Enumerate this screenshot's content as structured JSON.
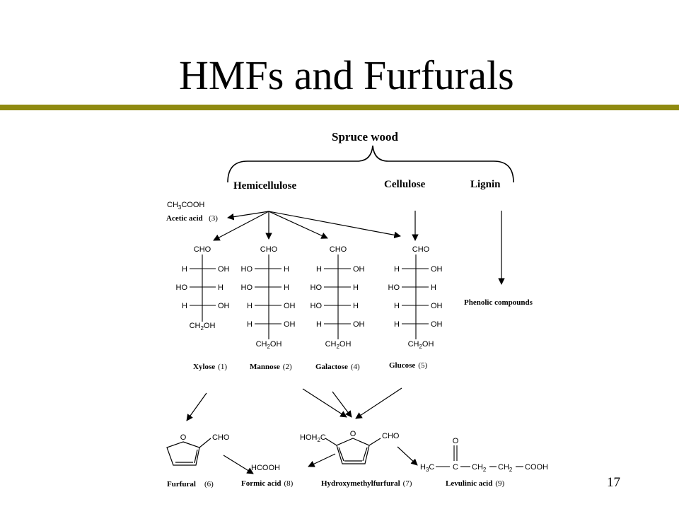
{
  "slide": {
    "title": "HMFs and Furfurals",
    "page_number": "17",
    "rule_color": "#8f8a10"
  },
  "diagram": {
    "source": "Spruce wood",
    "components": [
      "Hemicellulose",
      "Cellulose",
      "Lignin"
    ],
    "acetic_acid": {
      "formula": "CH3COOH",
      "name": "Acetic acid",
      "num": "(3)"
    },
    "phenolic": "Phenolic compounds",
    "sugars": [
      {
        "name": "Xylose",
        "num": "(1)",
        "top": "CHO",
        "bottom": "CH2OH",
        "rows": [
          [
            "H",
            "OH"
          ],
          [
            "HO",
            "H"
          ],
          [
            "H",
            "OH"
          ]
        ]
      },
      {
        "name": "Mannose",
        "num": "(2)",
        "top": "CHO",
        "bottom": "CH2OH",
        "rows": [
          [
            "HO",
            "H"
          ],
          [
            "HO",
            "H"
          ],
          [
            "H",
            "OH"
          ],
          [
            "H",
            "OH"
          ]
        ]
      },
      {
        "name": "Galactose",
        "num": "(4)",
        "top": "CHO",
        "bottom": "CH2OH",
        "rows": [
          [
            "H",
            "OH"
          ],
          [
            "HO",
            "H"
          ],
          [
            "HO",
            "H"
          ],
          [
            "H",
            "OH"
          ]
        ]
      },
      {
        "name": "Glucose",
        "num": "(5)",
        "top": "CHO",
        "bottom": "CH2OH",
        "rows": [
          [
            "H",
            "OH"
          ],
          [
            "HO",
            "H"
          ],
          [
            "H",
            "OH"
          ],
          [
            "H",
            "OH"
          ]
        ]
      }
    ],
    "products": [
      {
        "name": "Furfural",
        "num": "(6)"
      },
      {
        "name": "Formic acid",
        "num": "(8)",
        "formula": "HCOOH"
      },
      {
        "name": "Hydroxymethylfurfural",
        "num": "(7)"
      },
      {
        "name": "Levulinic acid",
        "num": "(9)"
      }
    ],
    "furfural_labels": {
      "o": "O",
      "cho": "CHO"
    },
    "hmf_labels": {
      "o": "O",
      "sub": "HOH2C",
      "cho": "CHO"
    },
    "levulinic_labels": {
      "o": "O",
      "h3c": "H3C",
      "c": "C",
      "ch2a": "CH2",
      "ch2b": "CH2",
      "cooh": "COOH"
    }
  }
}
